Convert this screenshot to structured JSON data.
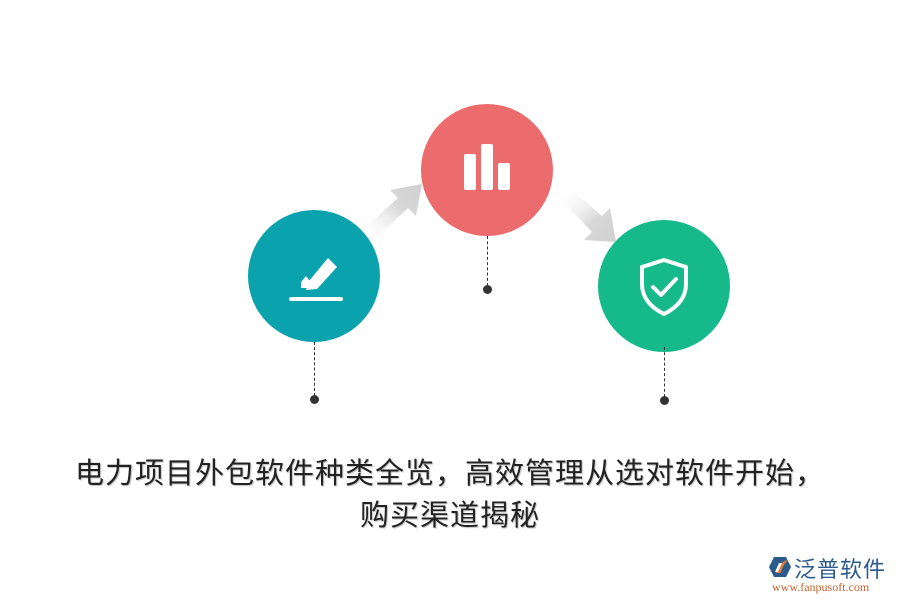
{
  "diagram": {
    "steps": [
      {
        "id": "edit",
        "icon": "pencil-icon",
        "color": "#0aa3ad"
      },
      {
        "id": "analyze",
        "icon": "bar-chart-icon",
        "color": "#ec6c6e"
      },
      {
        "id": "secure",
        "icon": "shield-check-icon",
        "color": "#15b98a"
      }
    ],
    "arrows": [
      "arrow-up-right",
      "arrow-down-right"
    ]
  },
  "title": {
    "line1": "电力项目外包软件种类全览，高效管理从选对软件开始，",
    "line2": "购买渠道揭秘"
  },
  "brand": {
    "name": "泛普软件",
    "url": "www.fanpusoft.com"
  }
}
